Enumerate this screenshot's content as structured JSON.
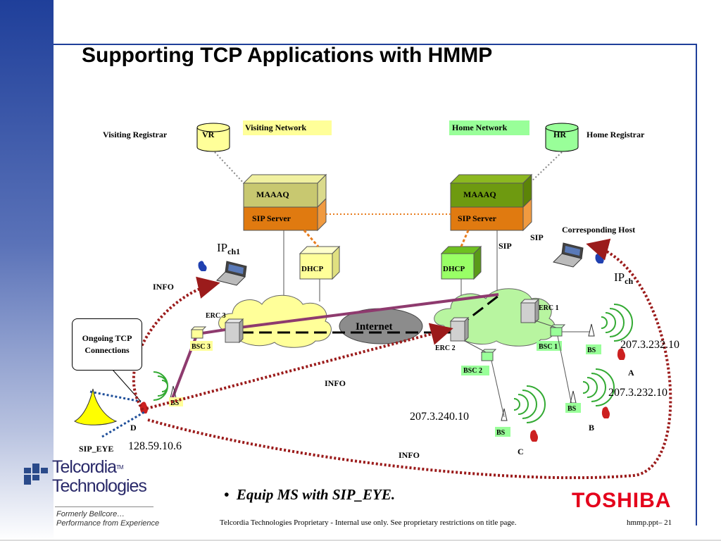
{
  "title": "Supporting TCP Applications with HMMP",
  "labels": {
    "visiting_network": "Visiting Network",
    "home_network": "Home Network",
    "visiting_registrar": "Visiting Registrar",
    "home_registrar": "Home Registrar",
    "vr": "VR",
    "hr": "HR",
    "maaaq_left": "MAAAQ",
    "maaaq_right": "MAAAQ",
    "sip_server_left": "SIP Server",
    "sip_server_right": "SIP Server",
    "dhcp_left": "DHCP",
    "dhcp_right": "DHCP",
    "corresponding_host": "Corresponding Host",
    "sip_a": "SIP",
    "sip_b": "SIP",
    "ip_ch1_main": "IP",
    "ip_ch1_sub": "ch1",
    "ip_ch_main": "IP",
    "ip_ch_sub": "ch",
    "info_1": "INFO",
    "info_2": "INFO",
    "info_3": "INFO",
    "internet": "Internet",
    "erc1": "ERC 1",
    "erc2": "ERC 2",
    "erc3": "ERC 3",
    "bsc1": "BSC 1",
    "bsc2": "BSC 2",
    "bsc3": "BSC 3",
    "bs_d": "BS",
    "bs_c": "BS",
    "bs_a": "BS",
    "bs_b": "BS",
    "ongoing_line1": "Ongoing TCP",
    "ongoing_line2": "Connections",
    "node_d": "D",
    "node_a": "A",
    "node_b": "B",
    "node_c": "C",
    "sip_eye": "SIP_EYE",
    "ip_d": "128.59.10.6",
    "ip_c": "207.3.240.10",
    "ip_a": "207.3.232.10",
    "ip_b": "207.3.232.10"
  },
  "bullet": "Equip MS with SIP_EYE.",
  "footer": "Telcordia Technologies Proprietary - Internal use only.  See proprietary restrictions on title page.",
  "page": "hmmp.ppt– 21",
  "logos": {
    "telcordia_line1": "Telcordia",
    "telcordia_tm": "TM",
    "telcordia_line2": "Technologies",
    "formerly_line1": "Formerly Bellcore…",
    "formerly_line2": "Performance from Experience",
    "toshiba": "TOSHIBA"
  },
  "colors": {
    "accent_blue": "#1f3f9a",
    "toshiba_red": "#e4001b",
    "signal_path": "#9b1b1b",
    "tunnel": "#8e3a6e",
    "sip_link": "#e87d1e",
    "cloud": "#ffff99",
    "cloud_home": "#b8f5a0",
    "internet": "#8c8c8c"
  }
}
